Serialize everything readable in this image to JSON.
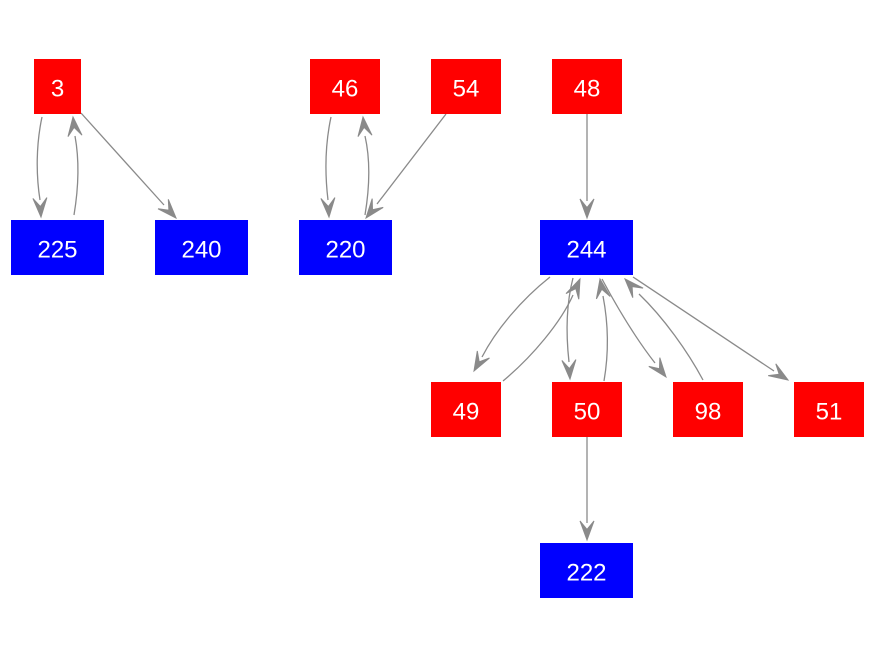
{
  "colors": {
    "red_node": "#ff0000",
    "blue_node": "#0000ff",
    "edge": "#8a8a8a",
    "label": "#ffffff"
  },
  "nodes": [
    {
      "id": "n3",
      "label": "3",
      "kind": "red"
    },
    {
      "id": "n46",
      "label": "46",
      "kind": "red"
    },
    {
      "id": "n54",
      "label": "54",
      "kind": "red"
    },
    {
      "id": "n48",
      "label": "48",
      "kind": "red"
    },
    {
      "id": "n225",
      "label": "225",
      "kind": "blue"
    },
    {
      "id": "n240",
      "label": "240",
      "kind": "blue"
    },
    {
      "id": "n220",
      "label": "220",
      "kind": "blue"
    },
    {
      "id": "n244",
      "label": "244",
      "kind": "blue"
    },
    {
      "id": "n49",
      "label": "49",
      "kind": "red"
    },
    {
      "id": "n50",
      "label": "50",
      "kind": "red"
    },
    {
      "id": "n98",
      "label": "98",
      "kind": "red"
    },
    {
      "id": "n51",
      "label": "51",
      "kind": "red"
    },
    {
      "id": "n222",
      "label": "222",
      "kind": "blue"
    }
  ],
  "edges": [
    {
      "from": "n3",
      "to": "n225"
    },
    {
      "from": "n225",
      "to": "n3"
    },
    {
      "from": "n3",
      "to": "n240"
    },
    {
      "from": "n46",
      "to": "n220"
    },
    {
      "from": "n220",
      "to": "n46"
    },
    {
      "from": "n54",
      "to": "n220"
    },
    {
      "from": "n48",
      "to": "n244"
    },
    {
      "from": "n244",
      "to": "n49"
    },
    {
      "from": "n49",
      "to": "n244"
    },
    {
      "from": "n244",
      "to": "n50"
    },
    {
      "from": "n50",
      "to": "n244"
    },
    {
      "from": "n244",
      "to": "n98"
    },
    {
      "from": "n98",
      "to": "n244"
    },
    {
      "from": "n244",
      "to": "n51"
    },
    {
      "from": "n50",
      "to": "n222"
    }
  ]
}
